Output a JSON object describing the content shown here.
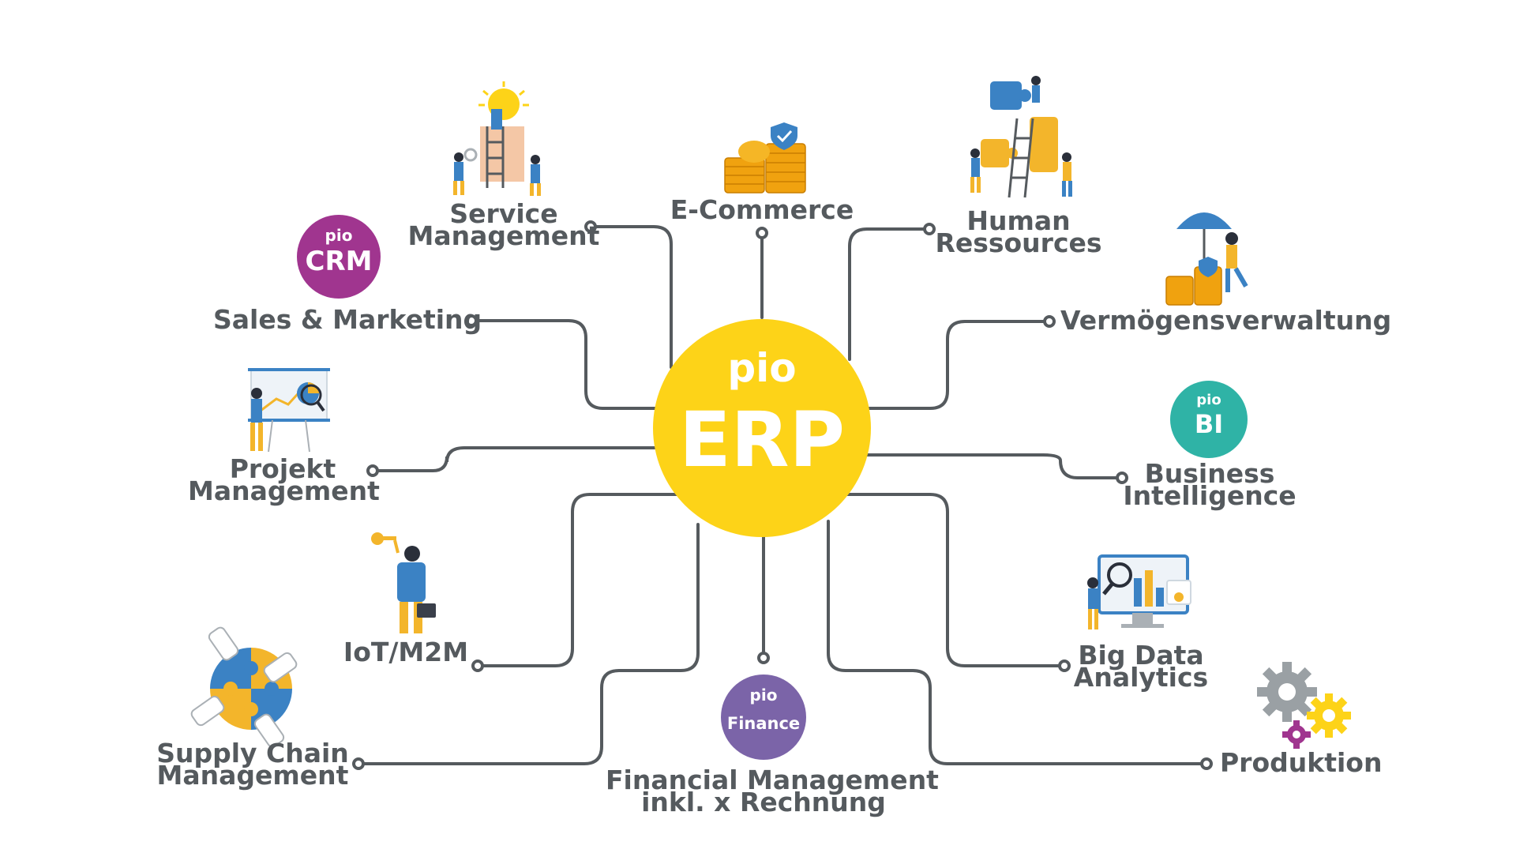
{
  "center": {
    "line1": "pio",
    "line2": "ERP"
  },
  "badges": {
    "crm": {
      "top": "pio",
      "main": "CRM",
      "color": "#a0358f"
    },
    "bi": {
      "top": "pio",
      "main": "BI",
      "color": "#2fb3a6"
    },
    "finance": {
      "top": "pio",
      "main": "Finance",
      "color": "#7b64a8"
    }
  },
  "colors": {
    "center": "#fdd318",
    "line": "#555a5e",
    "text": "#555a5e"
  },
  "nodes": {
    "service_management": {
      "line1": "Service",
      "line2": "Management",
      "icon": "idea-team-icon"
    },
    "e_commerce": {
      "line1": "E-Commerce",
      "icon": "coins-shield-icon"
    },
    "human_ressources": {
      "line1": "Human",
      "line2": "Ressources",
      "icon": "puzzle-team-icon"
    },
    "sales_marketing": {
      "line1": "Sales & Marketing"
    },
    "vermoegensverwaltung": {
      "line1": "Vermögensverwaltung",
      "icon": "umbrella-coins-icon"
    },
    "projekt_management": {
      "line1": "Projekt",
      "line2": "Management",
      "icon": "presentation-board-icon"
    },
    "business_intelligence": {
      "line1": "Business",
      "line2": "Intelligence"
    },
    "iot_m2m": {
      "line1": "IoT/M2M",
      "icon": "person-key-icon"
    },
    "big_data_analytics": {
      "line1": "Big Data",
      "line2": "Analytics",
      "icon": "analytics-screen-icon"
    },
    "supply_chain_management": {
      "line1": "Supply Chain",
      "line2": "Management",
      "icon": "hands-puzzle-icon"
    },
    "financial_management": {
      "line1": "Financial Management",
      "line2": "inkl. x Rechnung"
    },
    "produktion": {
      "line1": "Produktion",
      "icon": "gears-icon"
    }
  }
}
